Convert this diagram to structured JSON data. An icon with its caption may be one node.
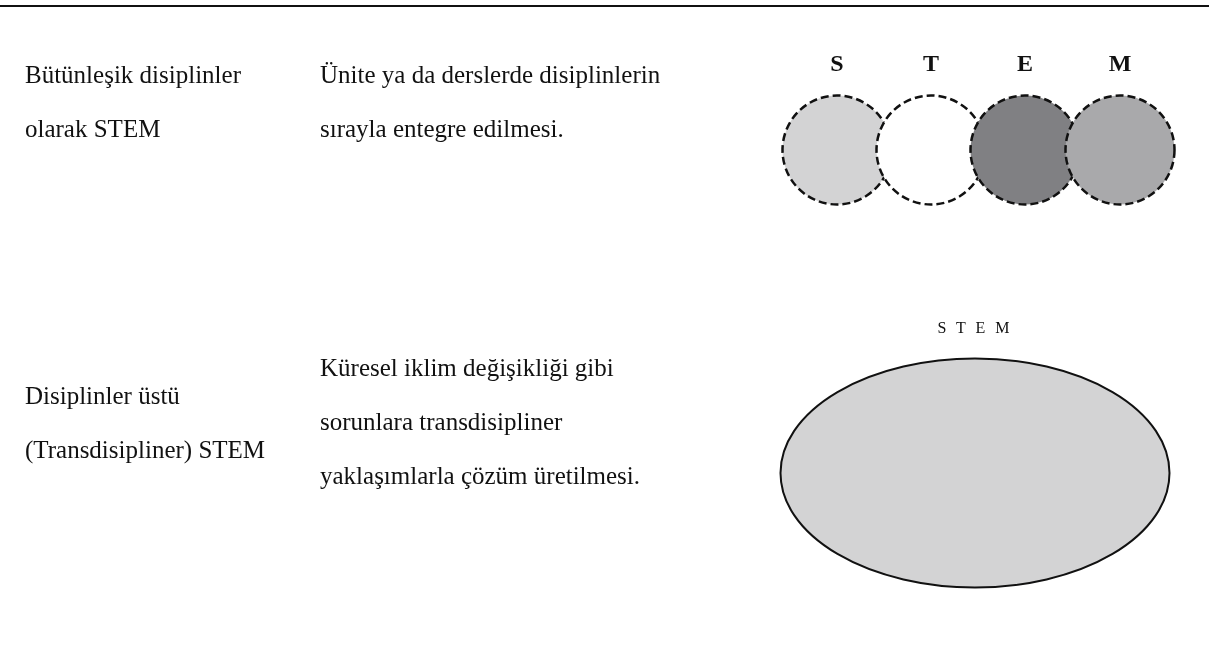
{
  "diagram": {
    "nodes": [
      {
        "text": [
          "S"
        ]
      },
      {
        "text": [
          "T"
        ]
      },
      {
        "text": [
          "E"
        ]
      },
      {
        "text": [
          "M"
        ]
      },
      {
        "text": [
          "S T E M"
        ]
      }
    ],
    "labels": [
      "Bütünleşik disiplinler olarak STEM",
      "Ünite ya da derslerde disiplinlerin sırayla entegre edilmesi.",
      "Disiplinler üstü (Transdisipliner) STEM",
      "Küresel iklim değişikliği gibi sorunlara transdisipliner yaklaşımlarla çözüm üretilmesi."
    ]
  }
}
